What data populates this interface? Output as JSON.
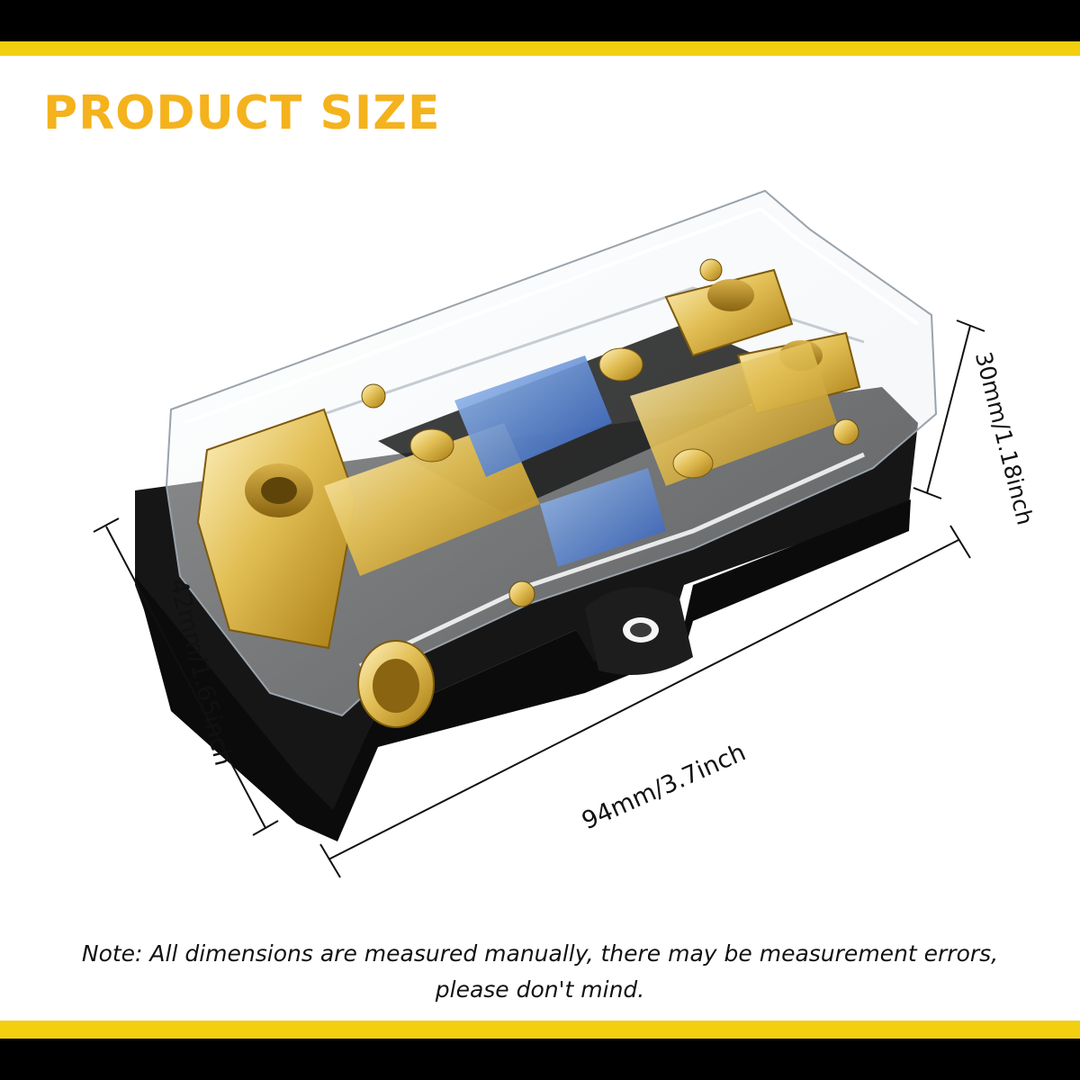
{
  "title": "PRODUCT SIZE",
  "dimensions": {
    "height": "42mm/1.65inch",
    "length": "94mm/3.7inch",
    "width": "30mm/1.18inch"
  },
  "note": {
    "line1": "Note: All dimensions are measured manually, there may be measurement errors,",
    "line2": "please don't mind."
  },
  "colors": {
    "accent_yellow": "#f2cf0f",
    "title_orange": "#f4b21d",
    "band_black": "#000000"
  }
}
